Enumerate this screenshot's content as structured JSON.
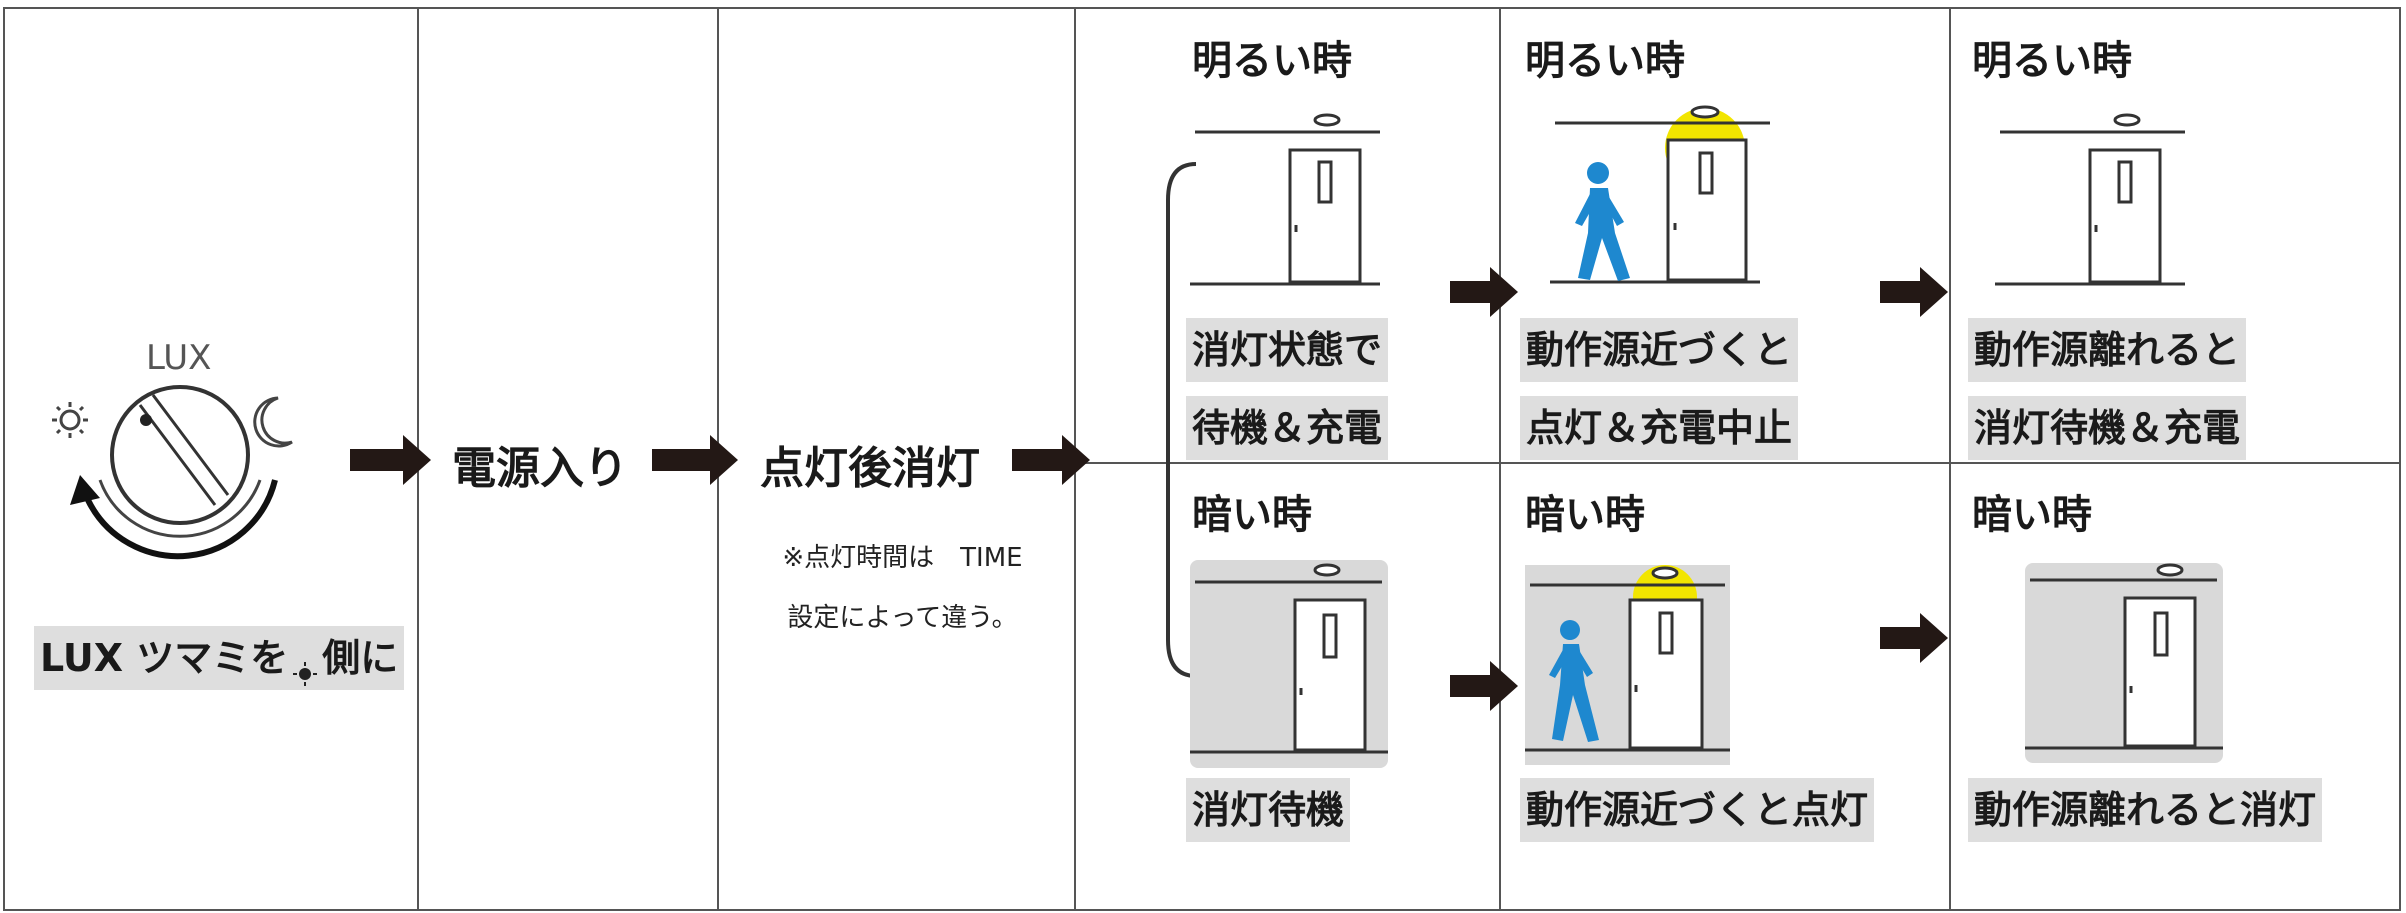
{
  "dial": {
    "lux_label": "LUX",
    "instruction_parts": [
      "LUX ツマミを",
      "側に"
    ]
  },
  "steps": {
    "power_on": "電源入り",
    "light_then_off": "点灯後消灯",
    "note_lines": [
      "※点灯時間は　TIME",
      "設定によって違う。"
    ]
  },
  "bright": {
    "header": "明るい時",
    "col1_lines": [
      "消灯状態で",
      "待機＆充電"
    ],
    "col2_lines": [
      "動作源近づくと",
      "点灯＆充電中止"
    ],
    "col3_lines": [
      "動作源離れると",
      "消灯待機＆充電"
    ]
  },
  "dark": {
    "header": "暗い時",
    "col1": "消灯待機",
    "col2": "動作源近づくと点灯",
    "col3": "動作源離れると消灯"
  },
  "colors": {
    "arrow": "#231815",
    "person": "#1e88cf",
    "light_glow": "#f2e500",
    "label_bg": "#dedede",
    "dark_room": "#d9d9d9",
    "grid": "#555555"
  }
}
